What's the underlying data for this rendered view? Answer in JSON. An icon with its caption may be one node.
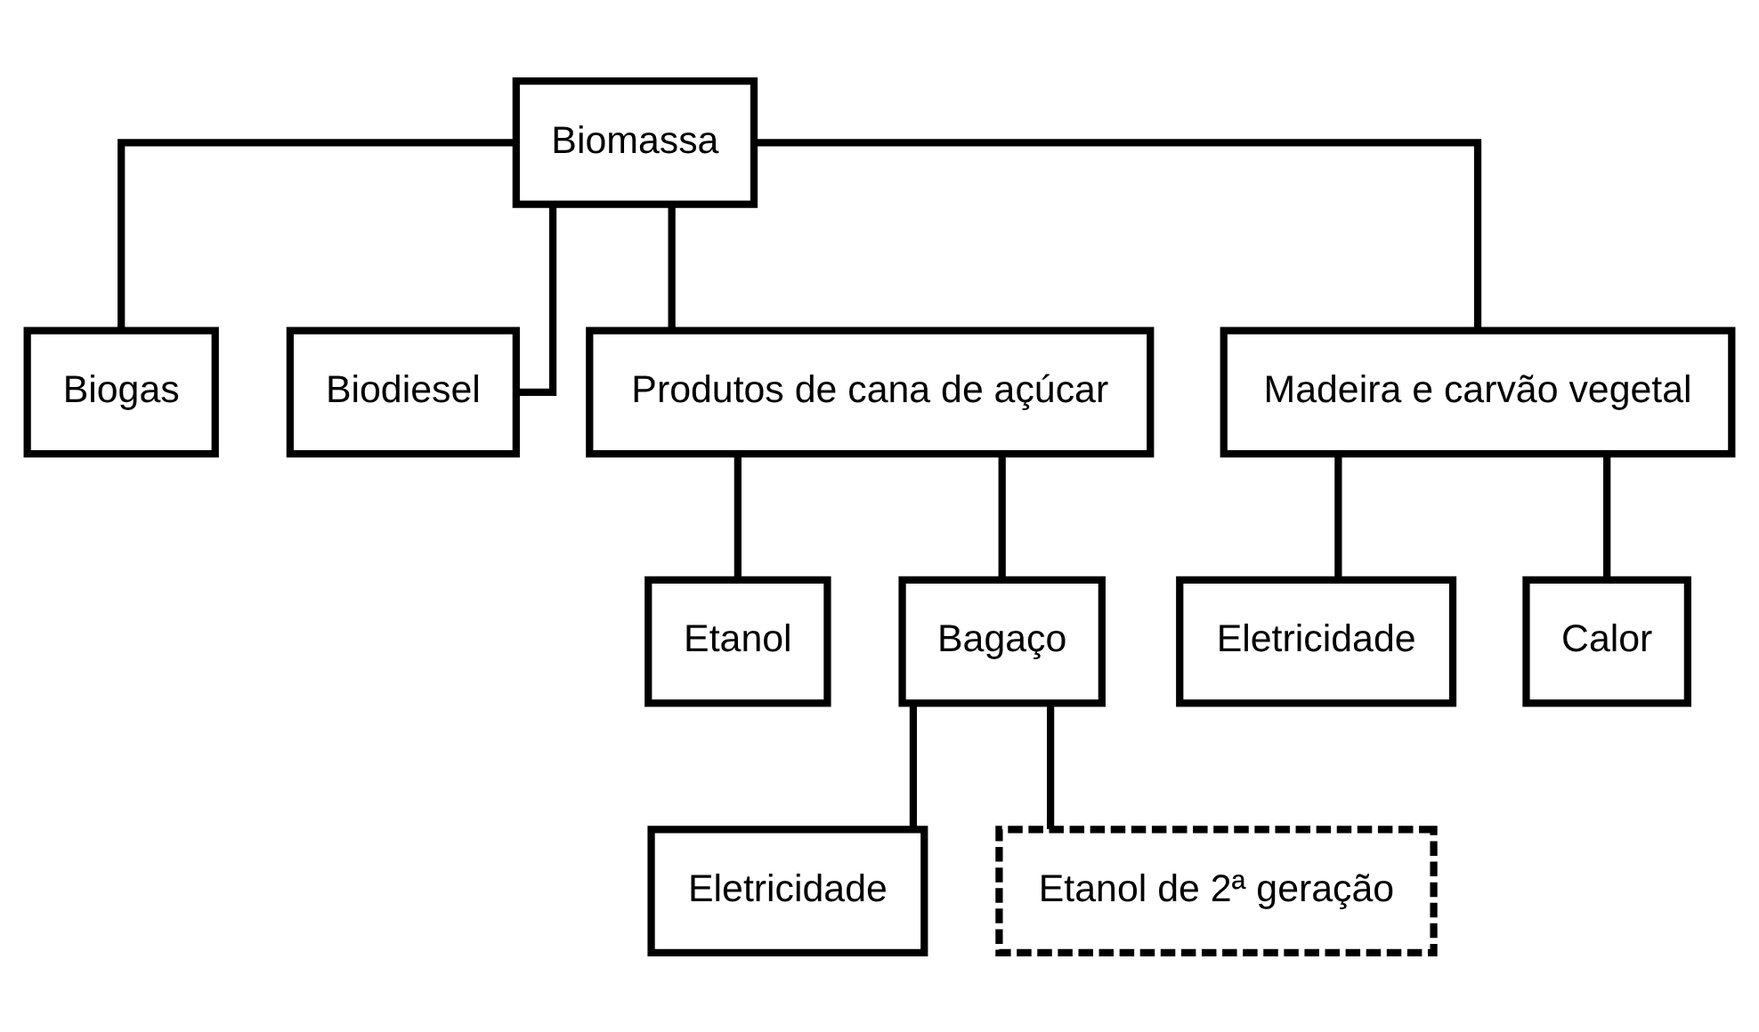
{
  "diagram": {
    "nodes": [
      {
        "text": [
          "Biomassa"
        ]
      },
      {
        "text": [
          "Biogas"
        ]
      },
      {
        "text": [
          "Biodiesel"
        ]
      },
      {
        "text": [
          "Produtos de cana de açúcar"
        ]
      },
      {
        "text": [
          "Madeira e carvão vegetal"
        ]
      },
      {
        "text": [
          "Etanol"
        ]
      },
      {
        "text": [
          "Bagaço"
        ]
      },
      {
        "text": [
          "Eletricidade"
        ]
      },
      {
        "text": [
          "Calor"
        ]
      },
      {
        "text": [
          "Eletricidade"
        ]
      },
      {
        "text": [
          "Etanol de 2ª geração"
        ]
      }
    ],
    "edges": [
      {
        "from": 0,
        "to": 1,
        "arrow": "none"
      },
      {
        "from": 0,
        "to": 2,
        "arrow": "none"
      },
      {
        "from": 0,
        "to": 3,
        "arrow": "none"
      },
      {
        "from": 0,
        "to": 4,
        "arrow": "none"
      },
      {
        "from": 3,
        "to": 5,
        "arrow": "none"
      },
      {
        "from": 3,
        "to": 6,
        "arrow": "none"
      },
      {
        "from": 4,
        "to": 7,
        "arrow": "none"
      },
      {
        "from": 4,
        "to": 8,
        "arrow": "none"
      },
      {
        "from": 6,
        "to": 9,
        "arrow": "none"
      },
      {
        "from": 6,
        "to": 10,
        "arrow": "none"
      }
    ]
  }
}
